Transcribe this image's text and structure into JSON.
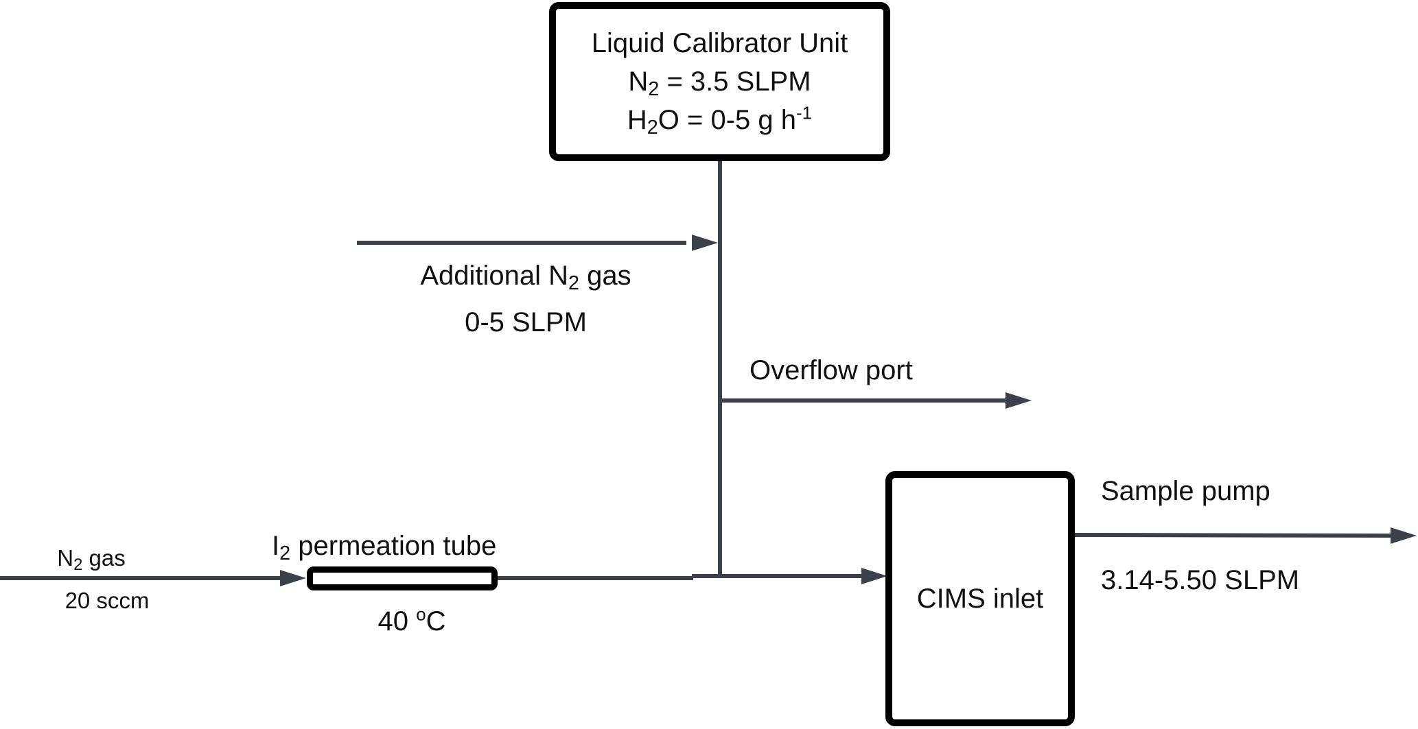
{
  "diagram": {
    "colors": {
      "line": "#3b4049",
      "box_border": "#000000",
      "text": "#111111"
    },
    "calibrator": {
      "title": "Liquid Calibrator Unit",
      "n2": {
        "species": "N",
        "sub": "2",
        "value": " = 3.5 SLPM"
      },
      "h2o": {
        "species_a": "H",
        "sub": "2",
        "species_b": "O",
        "value": " = 0-5 g h",
        "sup": "-1"
      }
    },
    "additional_n2": {
      "pre": "Additional N",
      "sub": "2",
      "post": " gas",
      "flow": "0-5 SLPM"
    },
    "overflow": {
      "label": "Overflow port"
    },
    "n2_source": {
      "pre": "N",
      "sub": "2",
      "post": " gas",
      "flow": "20 sccm"
    },
    "permeation": {
      "pre": "I",
      "sub": "2",
      "post": " permeation tube",
      "temp_value": "40 ",
      "temp_sup": "o",
      "temp_unit": "C"
    },
    "cims": {
      "label": "CIMS inlet"
    },
    "sample_pump": {
      "label": "Sample pump",
      "flow": "3.14-5.50 SLPM"
    }
  }
}
